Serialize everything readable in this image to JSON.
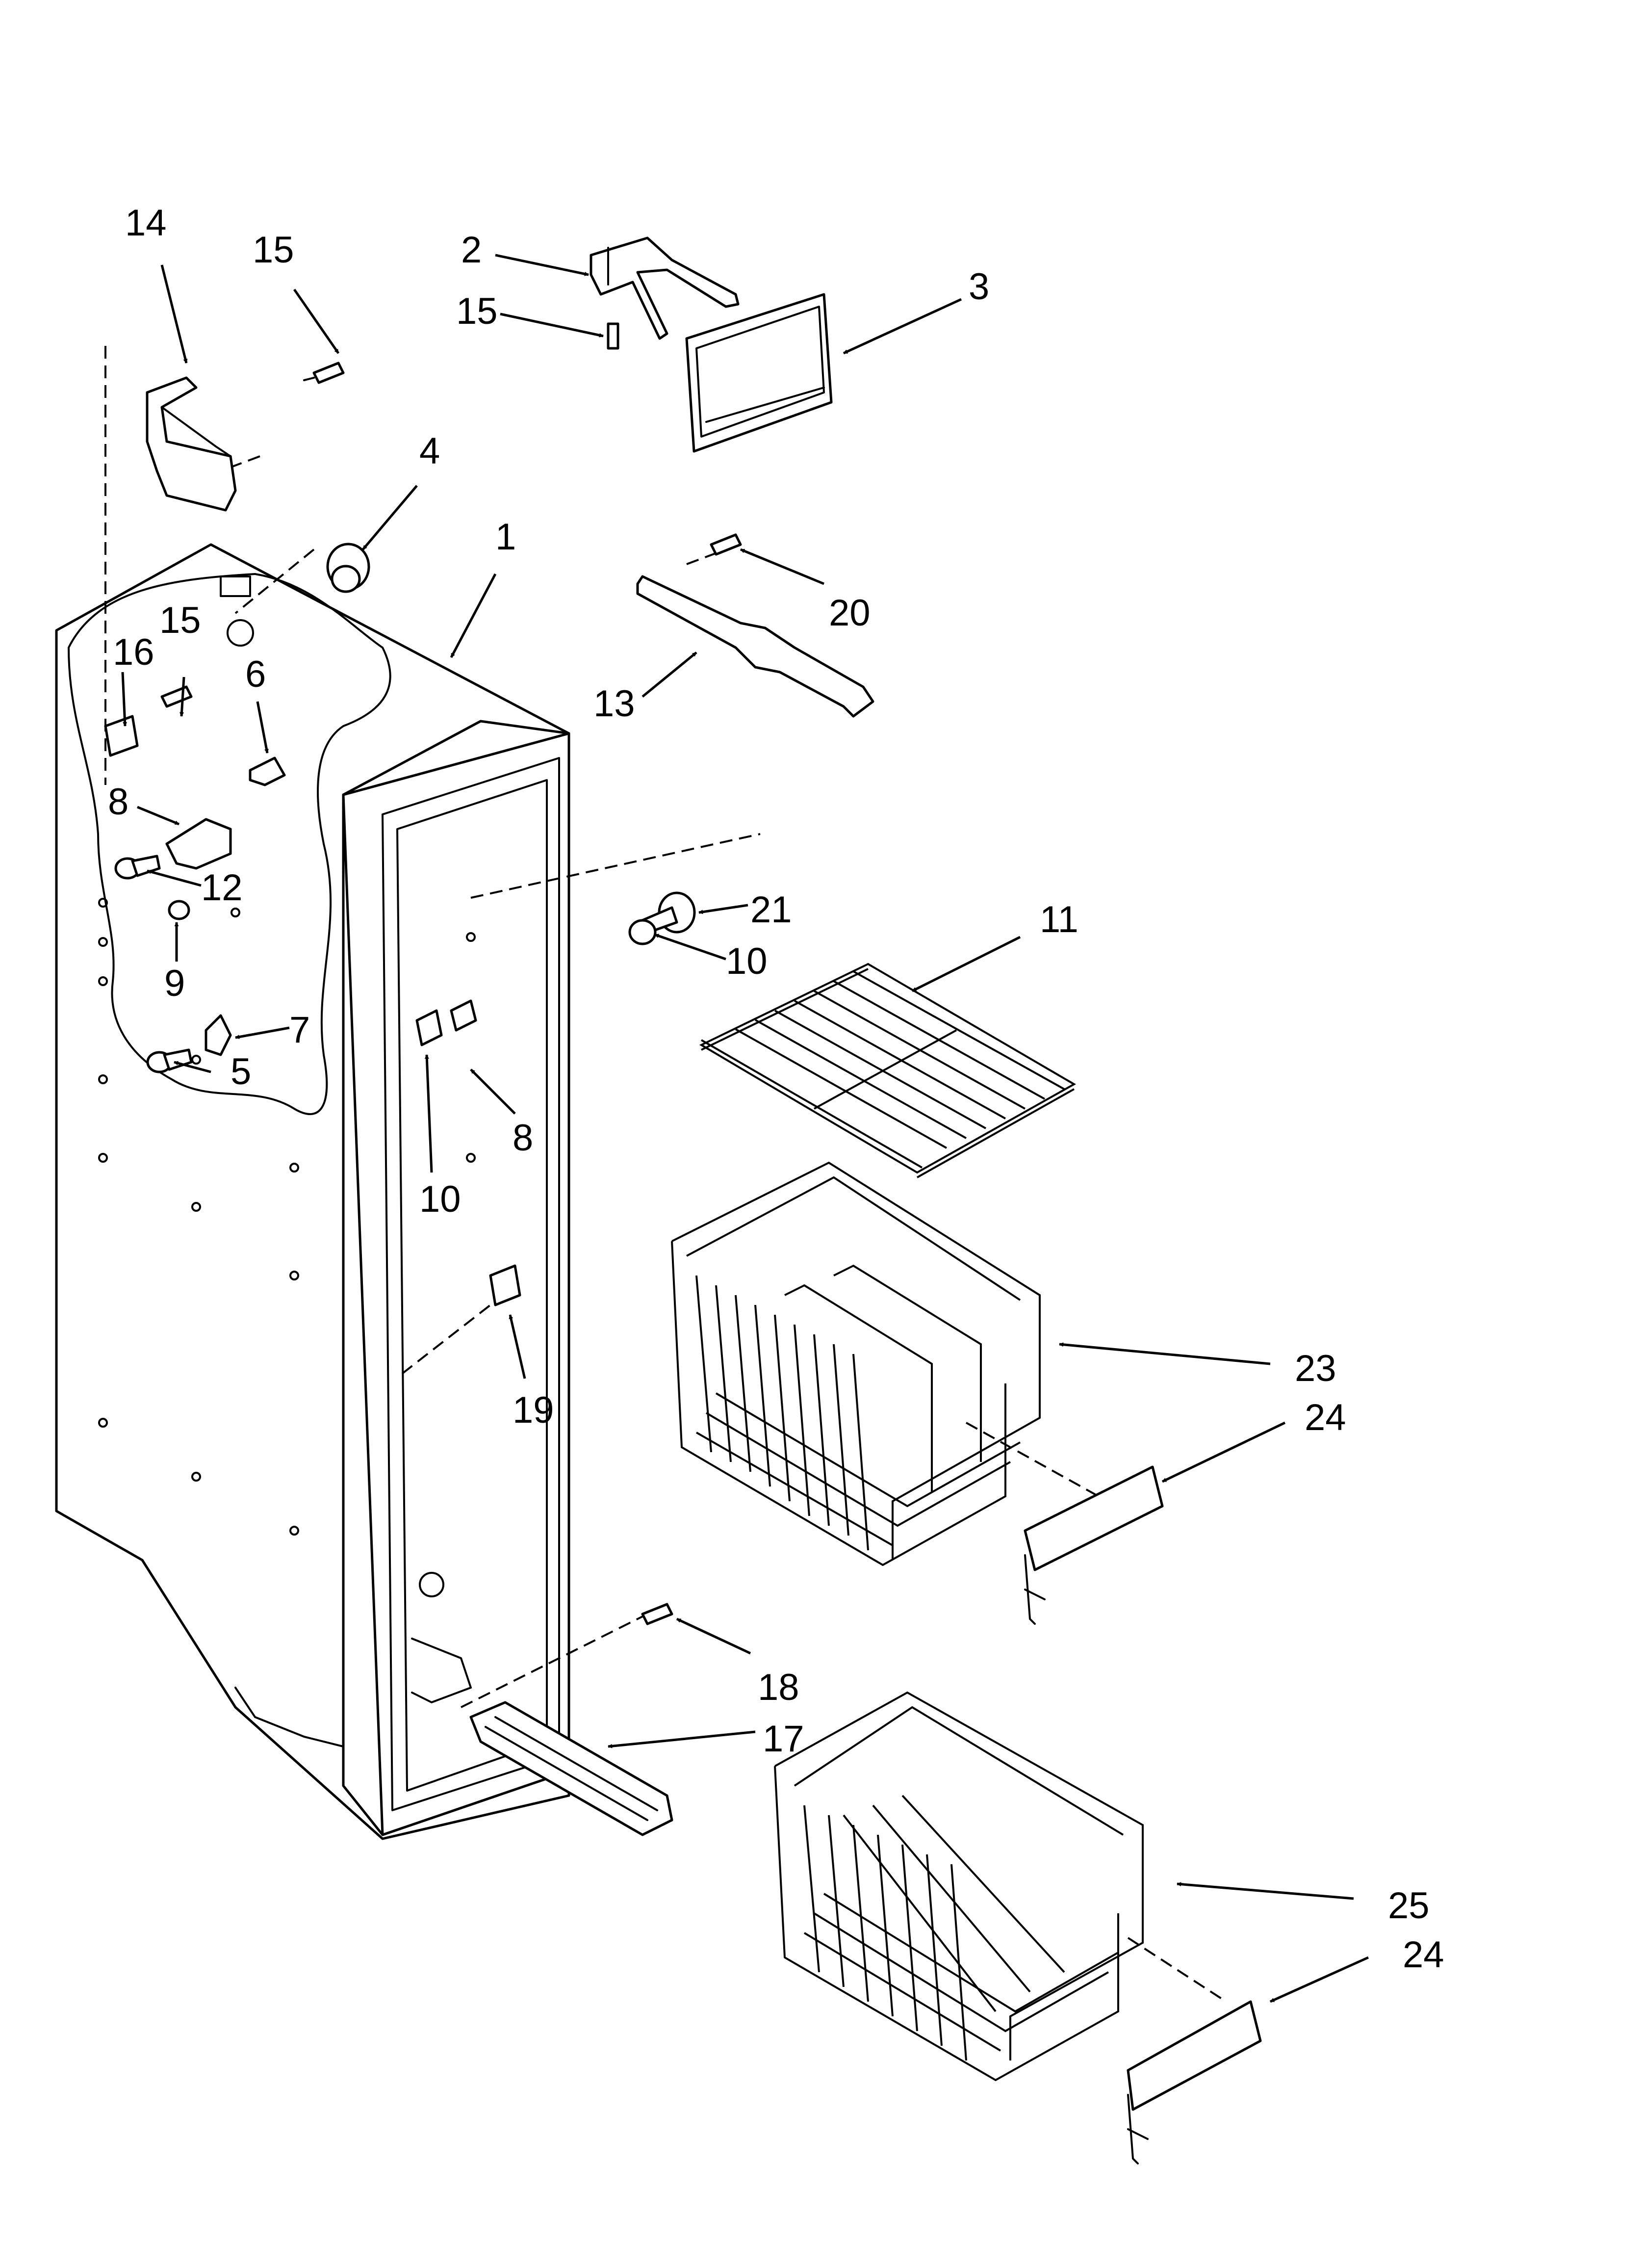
{
  "callouts": [
    {
      "id": "c14",
      "text": "14"
    },
    {
      "id": "c15a",
      "text": "15"
    },
    {
      "id": "c2",
      "text": "2"
    },
    {
      "id": "c15b",
      "text": "15"
    },
    {
      "id": "c3",
      "text": "3"
    },
    {
      "id": "c4",
      "text": "4"
    },
    {
      "id": "c1",
      "text": "1"
    },
    {
      "id": "c20",
      "text": "20"
    },
    {
      "id": "c13",
      "text": "13"
    },
    {
      "id": "c15c",
      "text": "15"
    },
    {
      "id": "c16",
      "text": "16"
    },
    {
      "id": "c6",
      "text": "6"
    },
    {
      "id": "c8a",
      "text": "8"
    },
    {
      "id": "c12",
      "text": "12"
    },
    {
      "id": "c9",
      "text": "9"
    },
    {
      "id": "c7",
      "text": "7"
    },
    {
      "id": "c5",
      "text": "5"
    },
    {
      "id": "c21",
      "text": "21"
    },
    {
      "id": "c10a",
      "text": "10"
    },
    {
      "id": "c11",
      "text": "11"
    },
    {
      "id": "c8b",
      "text": "8"
    },
    {
      "id": "c10b",
      "text": "10"
    },
    {
      "id": "c19",
      "text": "19"
    },
    {
      "id": "c23",
      "text": "23"
    },
    {
      "id": "c24a",
      "text": "24"
    },
    {
      "id": "c18",
      "text": "18"
    },
    {
      "id": "c17",
      "text": "17"
    },
    {
      "id": "c25",
      "text": "25"
    },
    {
      "id": "c24b",
      "text": "24"
    }
  ]
}
